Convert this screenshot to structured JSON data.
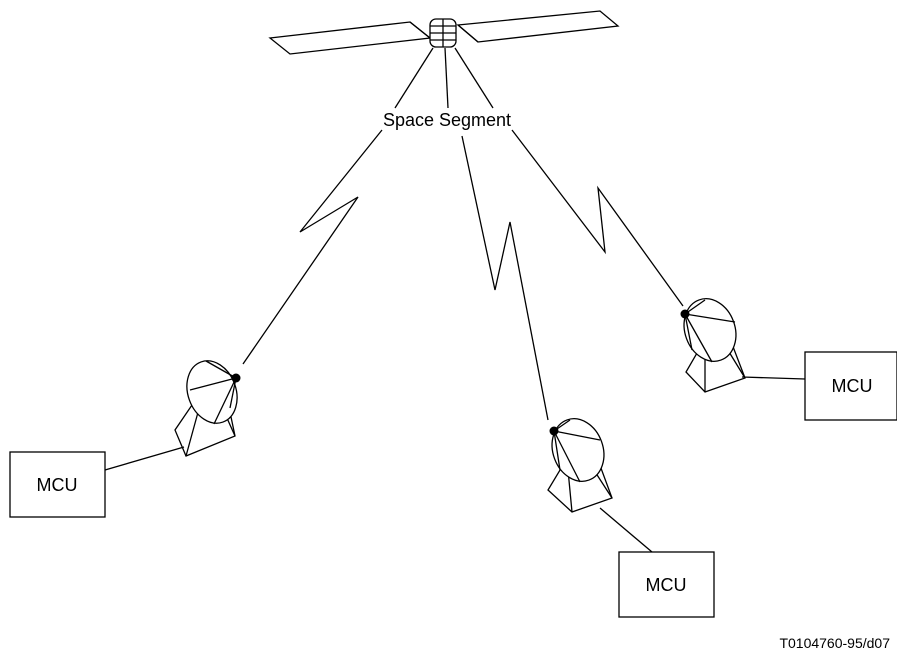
{
  "diagram": {
    "space_segment_label": "Space Segment",
    "figure_id": "T0104760-95/d07",
    "mcu_left": "MCU",
    "mcu_center": "MCU",
    "mcu_right": "MCU"
  }
}
